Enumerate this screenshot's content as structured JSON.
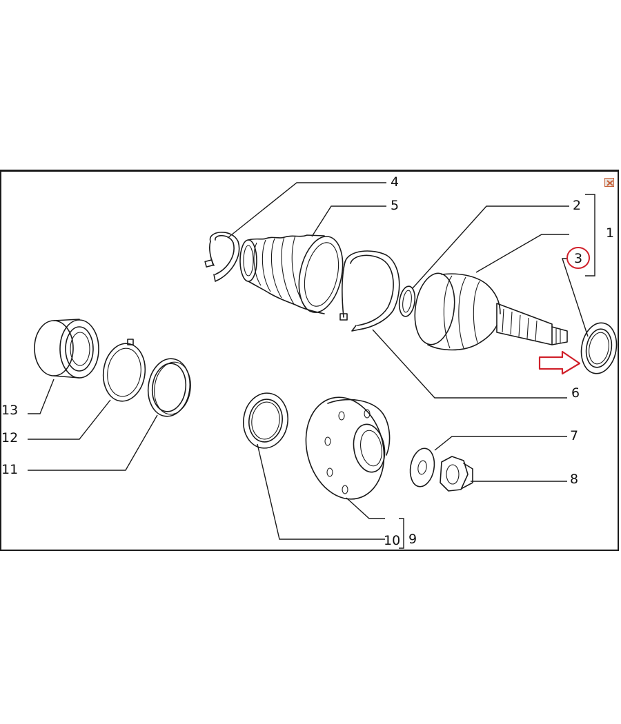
{
  "window": {
    "close_icon": "close-icon",
    "accent_color": "#d6542b"
  },
  "callouts": {
    "c1": "1",
    "c2": "2",
    "c3": "3",
    "c4": "4",
    "c5": "5",
    "c6": "6",
    "c7": "7",
    "c8": "8",
    "c9": "9",
    "c10": "10",
    "c11": "11",
    "c12": "12",
    "c13": "13"
  },
  "highlight": {
    "marker_color": "#d0202a",
    "arrow_color": "#d0202a",
    "highlighted_callout": "3"
  }
}
